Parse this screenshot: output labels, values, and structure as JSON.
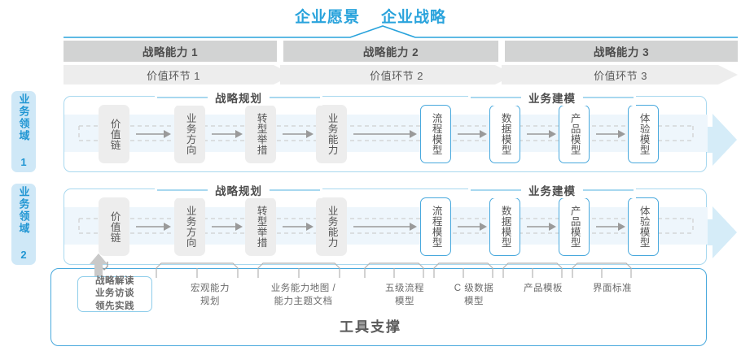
{
  "header": {
    "vision_label": "企业愿景",
    "strategy_label": "企业战略",
    "accent_color": "#29a3dc",
    "capabilities": [
      {
        "label": "战略能力 1"
      },
      {
        "label": "战略能力 2"
      },
      {
        "label": "战略能力 3"
      }
    ],
    "value_chains": [
      {
        "label": "价值环节 1"
      },
      {
        "label": "价值环节 2"
      },
      {
        "label": "价值环节 3"
      }
    ]
  },
  "side_labels": [
    {
      "label": "业务领域 1"
    },
    {
      "label": "业务领域 2"
    }
  ],
  "sections": {
    "planning_title": "战略规划",
    "modeling_title": "业务建模"
  },
  "nodes": {
    "planning": [
      {
        "label": "价值链"
      },
      {
        "label": "业务方向"
      },
      {
        "label": "转型举措"
      },
      {
        "label": "业务能力"
      }
    ],
    "modeling": [
      {
        "label": "流程模型"
      },
      {
        "label": "数据模型"
      },
      {
        "label": "产品模型"
      },
      {
        "label": "体验模型"
      }
    ]
  },
  "tools": {
    "box": {
      "line1": "战略解读",
      "line2": "业务访谈",
      "line3": "领先实践"
    },
    "labels": [
      {
        "line1": "宏观能力",
        "line2": "规划"
      },
      {
        "line1": "业务能力地图 /",
        "line2": "能力主题文档"
      },
      {
        "line1": "五级流程",
        "line2": "模型"
      },
      {
        "line1": "C 级数据",
        "line2": "模型"
      },
      {
        "line1": "产品模板",
        "line2": ""
      },
      {
        "line1": "界面标准",
        "line2": ""
      }
    ],
    "footer_title": "工具支撑"
  },
  "colors": {
    "accent_blue": "#29a3dc",
    "band_gray": "#d2d3d3",
    "chain_gray": "#ededed",
    "track_blue": "#eef6fc",
    "side_blue": "#cfe8f7"
  }
}
